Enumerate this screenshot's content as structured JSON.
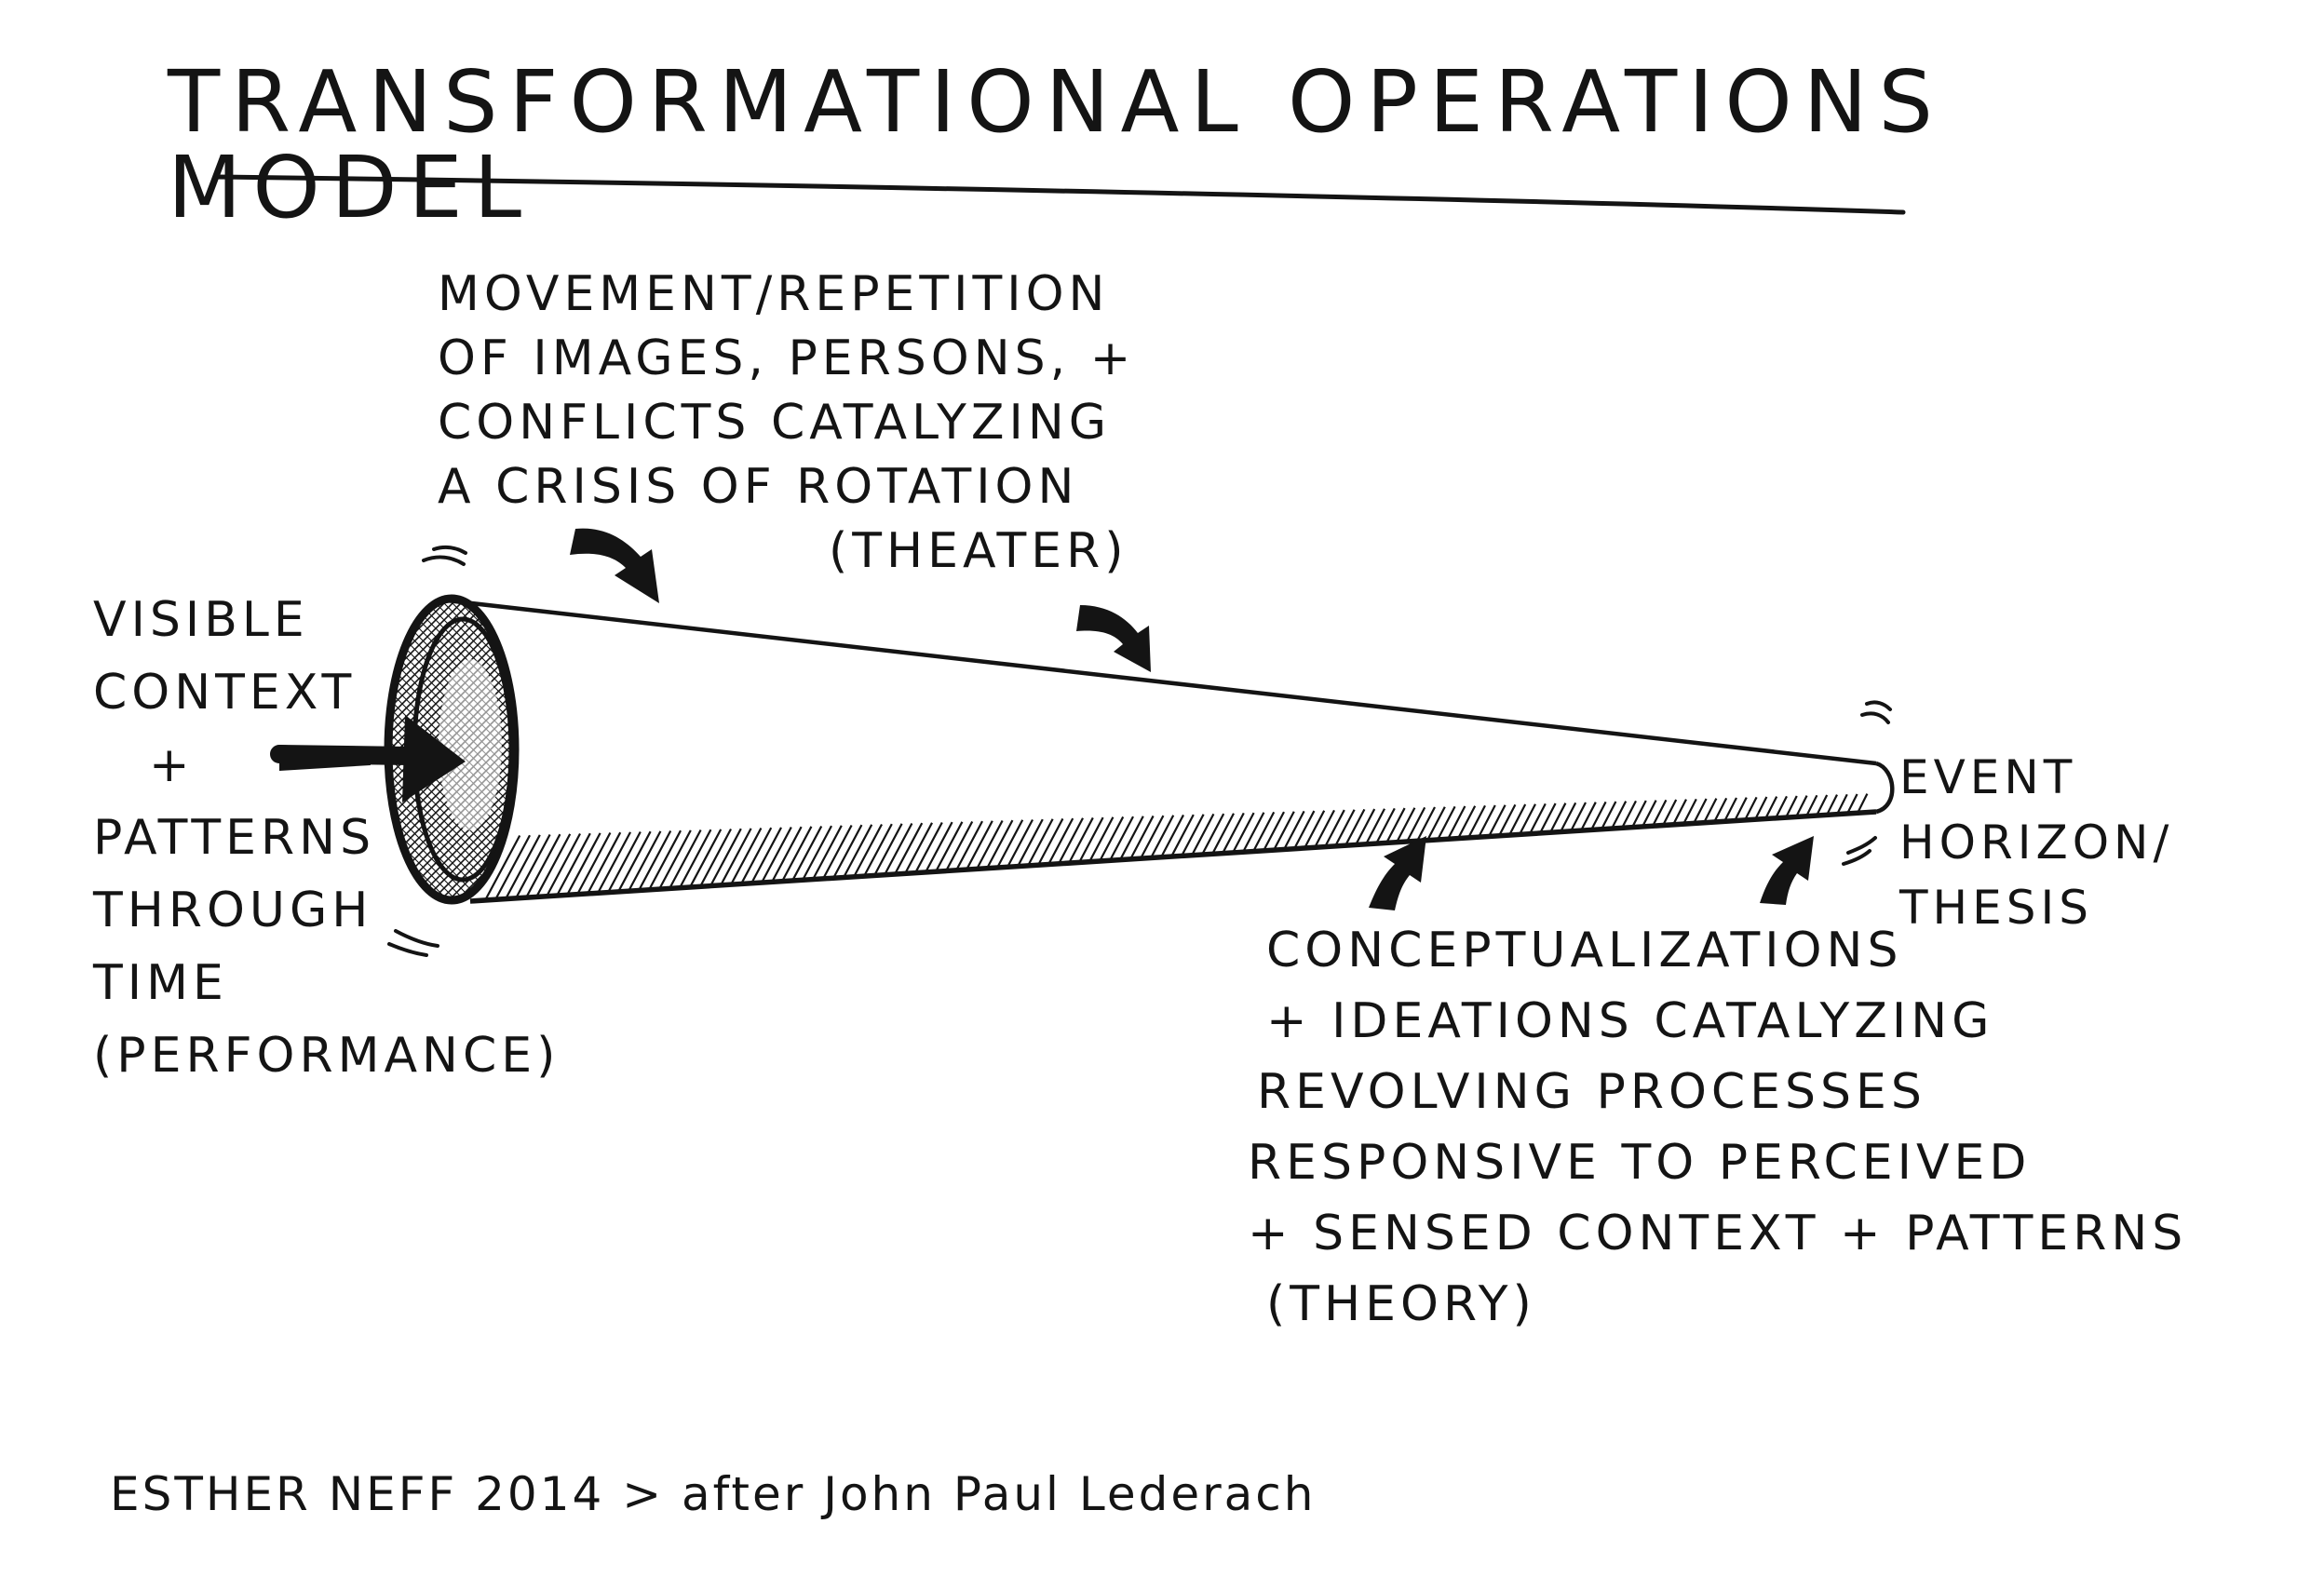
{
  "title": "TRANSFORMATIONAL OPERATIONS MODEL",
  "annotations": {
    "theater": {
      "lines": [
        "MOVEMENT/REPETITION",
        "OF IMAGES, PERSONS, +",
        "CONFLICTS CATALYZING",
        "A CRISIS OF ROTATION",
        "(THEATER)"
      ]
    },
    "performance": {
      "lines": [
        "VISIBLE",
        "CONTEXT",
        "+",
        "PATTERNS",
        "THROUGH",
        "TIME",
        "(PERFORMANCE)"
      ]
    },
    "horizon": {
      "lines": [
        "EVENT",
        "HORIZON/",
        "THESIS"
      ]
    },
    "theory": {
      "lines": [
        "CONCEPTUALIZATIONS",
        "+ IDEATIONS CATALYZING",
        "REVOLVING PROCESSES",
        "RESPONSIVE TO PERCEIVED",
        "+ SENSED CONTEXT + PATTERNS",
        "(THEORY)"
      ]
    }
  },
  "credit": "ESTHER NEFF 2014 > after John Paul Lederach",
  "icons": {
    "entry_arrow": "arrow-right-icon",
    "theater_arrows": "arrow-down-icon",
    "theory_arrows": "arrow-up-icon"
  },
  "colors": {
    "ink": "#141414",
    "paper": "#ffffff"
  }
}
